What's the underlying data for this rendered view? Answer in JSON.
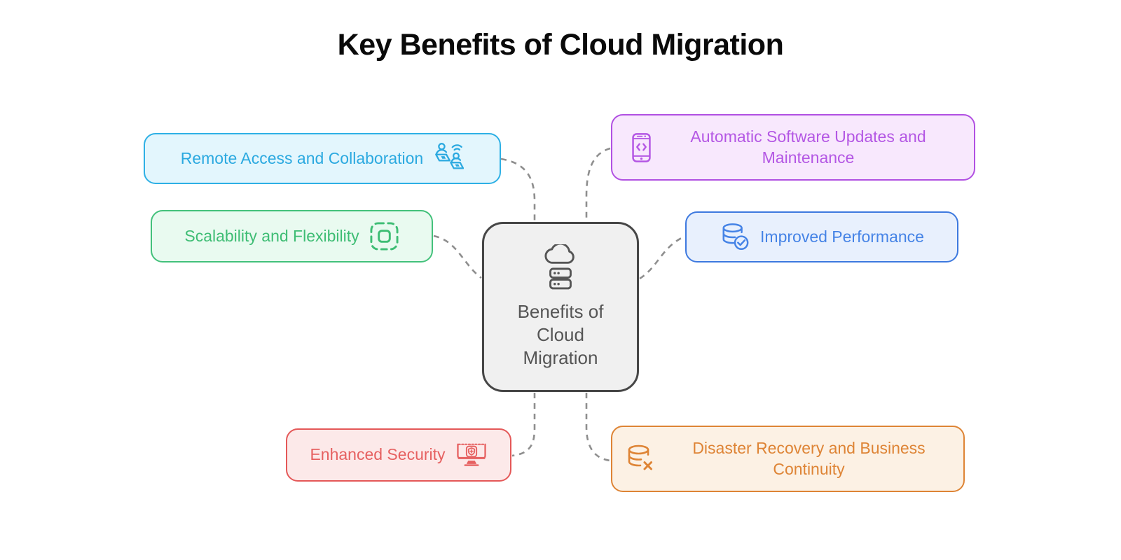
{
  "title": {
    "text": "Key Benefits of Cloud Migration",
    "color": "#0A0A0A"
  },
  "center": {
    "label": "Benefits of Cloud Migration",
    "lines": [
      "Benefits of",
      "Cloud",
      "Migration"
    ],
    "icon": "cloud-server-icon",
    "colors": {
      "border": "#464646",
      "bg": "#F0F0F0",
      "text": "#555555"
    }
  },
  "nodes": [
    {
      "id": "remote-access-and-collaboration",
      "label": "Remote Access and Collaboration",
      "icon": "remote-collaboration-icon",
      "icon_side": "right",
      "colors": {
        "border": "#2EB0E5",
        "bg": "#E3F6FD",
        "text": "#2BA9E0"
      }
    },
    {
      "id": "scalability-and-flexibility",
      "label": "Scalability and Flexibility",
      "icon": "scale-frame-icon",
      "icon_side": "right",
      "colors": {
        "border": "#43C17B",
        "bg": "#E9FAF0",
        "text": "#3EBD74"
      }
    },
    {
      "id": "automatic-software-updates-and-maintenance",
      "label": "Automatic Software Updates and Maintenance",
      "icon": "mobile-code-icon",
      "icon_side": "left",
      "colors": {
        "border": "#B150E2",
        "bg": "#F8E8FD",
        "text": "#B457E4"
      }
    },
    {
      "id": "improved-performance",
      "label": "Improved Performance",
      "icon": "database-check-icon",
      "icon_side": "left",
      "colors": {
        "border": "#3D79DF",
        "bg": "#E8F0FD",
        "text": "#4583E6"
      }
    },
    {
      "id": "enhanced-security",
      "label": "Enhanced Security",
      "icon": "secure-monitor-icon",
      "icon_side": "right",
      "colors": {
        "border": "#E45858",
        "bg": "#FCE9E9",
        "text": "#E66060"
      }
    },
    {
      "id": "disaster-recovery-and-business-continuity",
      "label": "Disaster Recovery and Business Continuity",
      "icon": "database-x-icon",
      "icon_side": "left",
      "colors": {
        "border": "#DE8435",
        "bg": "#FCF1E4",
        "text": "#DE8435"
      }
    }
  ],
  "edges": [
    {
      "from": "center",
      "to": "remote-access-and-collaboration"
    },
    {
      "from": "center",
      "to": "scalability-and-flexibility"
    },
    {
      "from": "center",
      "to": "automatic-software-updates-and-maintenance"
    },
    {
      "from": "center",
      "to": "improved-performance"
    },
    {
      "from": "center",
      "to": "enhanced-security"
    },
    {
      "from": "center",
      "to": "disaster-recovery-and-business-continuity"
    }
  ],
  "connectors": {
    "color": "#8E8E8E",
    "style": "dashed"
  }
}
